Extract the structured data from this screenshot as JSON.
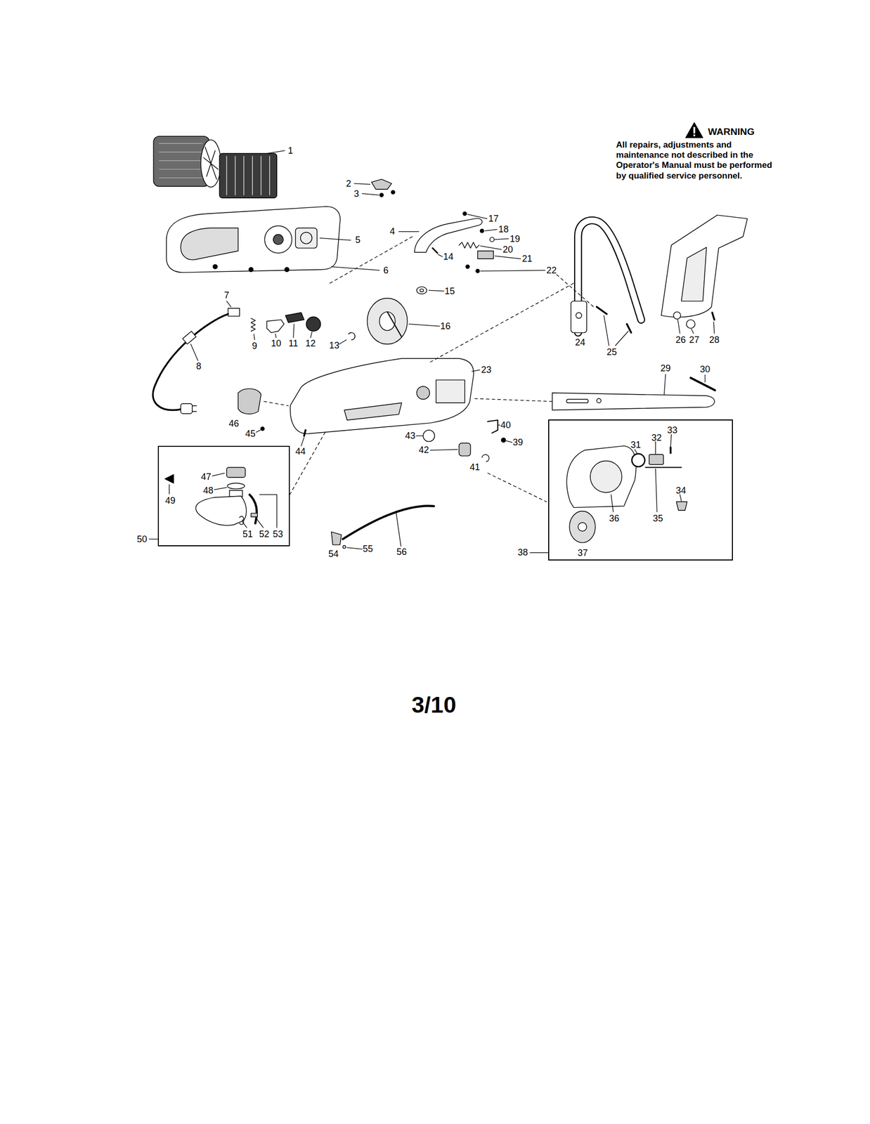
{
  "diagram": {
    "nodes": [
      {
        "text": [
          "47",
          "48",
          "49",
          "51",
          "52",
          "53"
        ]
      },
      {
        "text": [
          "31",
          "32",
          "33",
          "34",
          "35",
          "36",
          "37"
        ]
      }
    ],
    "labels": [
      "WARNING",
      "All repairs, adjustments and maintenance not described in the Operator's Manual must be performed by qualified service personnel.",
      "1",
      "2",
      "3",
      "4",
      "5",
      "6",
      "7",
      "8",
      "9",
      "10",
      "11",
      "12",
      "13",
      "14",
      "15",
      "16",
      "17",
      "18",
      "19",
      "20",
      "21",
      "22",
      "23",
      "24",
      "25",
      "26",
      "27",
      "28",
      "29",
      "30",
      "38",
      "39",
      "40",
      "41",
      "42",
      "43",
      "44",
      "45",
      "46",
      "50",
      "54",
      "55",
      "56",
      "3/10"
    ]
  }
}
